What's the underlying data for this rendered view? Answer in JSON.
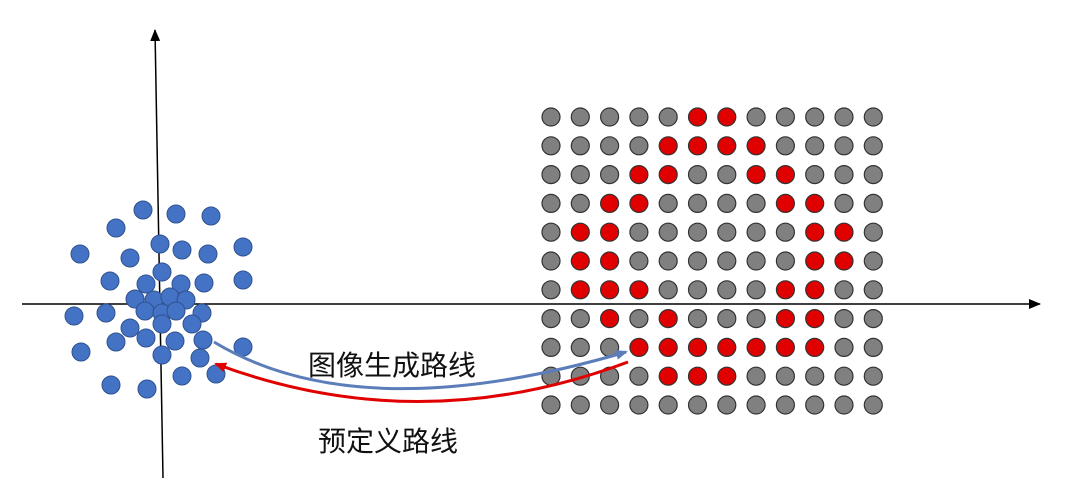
{
  "labels": {
    "image_generation_route": "图像生成路线",
    "predefined_route": "预定义路线"
  },
  "colors": {
    "axis": "#000000",
    "scatter_dot": "#4472C4",
    "scatter_stroke": "#2F528F",
    "grid_gray": "#808080",
    "grid_red": "#E00000",
    "dot_stroke": "#333333",
    "arrow_blue": "#5B7DBA",
    "arrow_red": "#E00000"
  },
  "dot_grid": {
    "rows": 11,
    "cols": 12,
    "red_cells": [
      [
        0,
        5
      ],
      [
        0,
        6
      ],
      [
        1,
        4
      ],
      [
        1,
        5
      ],
      [
        1,
        6
      ],
      [
        1,
        7
      ],
      [
        2,
        3
      ],
      [
        2,
        4
      ],
      [
        2,
        7
      ],
      [
        2,
        8
      ],
      [
        3,
        2
      ],
      [
        3,
        3
      ],
      [
        3,
        8
      ],
      [
        3,
        9
      ],
      [
        4,
        1
      ],
      [
        4,
        2
      ],
      [
        4,
        9
      ],
      [
        4,
        10
      ],
      [
        5,
        1
      ],
      [
        5,
        2
      ],
      [
        5,
        9
      ],
      [
        5,
        10
      ],
      [
        6,
        1
      ],
      [
        6,
        2
      ],
      [
        6,
        3
      ],
      [
        6,
        8
      ],
      [
        6,
        9
      ],
      [
        7,
        2
      ],
      [
        7,
        4
      ],
      [
        7,
        8
      ],
      [
        7,
        9
      ],
      [
        8,
        3
      ],
      [
        8,
        4
      ],
      [
        8,
        5
      ],
      [
        8,
        6
      ],
      [
        8,
        7
      ],
      [
        8,
        8
      ],
      [
        8,
        9
      ],
      [
        9,
        4
      ],
      [
        9,
        5
      ],
      [
        9,
        6
      ]
    ]
  }
}
